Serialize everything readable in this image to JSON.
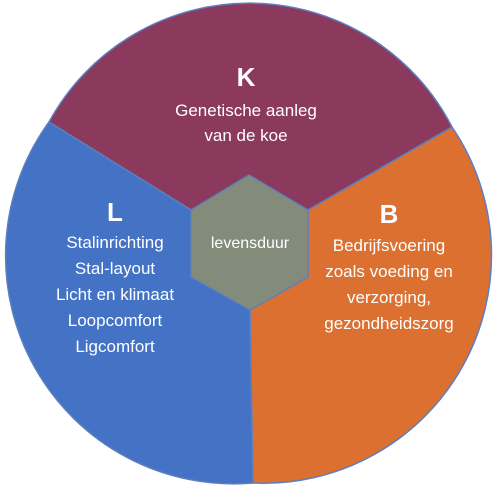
{
  "colors": {
    "top": "#8b3a5e",
    "left": "#4472c4",
    "right": "#dc7030",
    "center": "#838c7a",
    "border": "#5b7fbf"
  },
  "sectors": {
    "top": {
      "letter": "K",
      "lines": [
        "Genetische aanleg",
        "van de koe"
      ]
    },
    "left": {
      "letter": "L",
      "lines": [
        "Stalinrichting",
        "Stal-layout",
        "Licht en klimaat",
        "Loopcomfort",
        "Ligcomfort"
      ]
    },
    "right": {
      "letter": "B",
      "lines": [
        "Bedrijfsvoering",
        "zoals voeding en",
        "verzorging,",
        "gezondheidszorg"
      ]
    }
  },
  "center": {
    "label": "levensduur"
  }
}
